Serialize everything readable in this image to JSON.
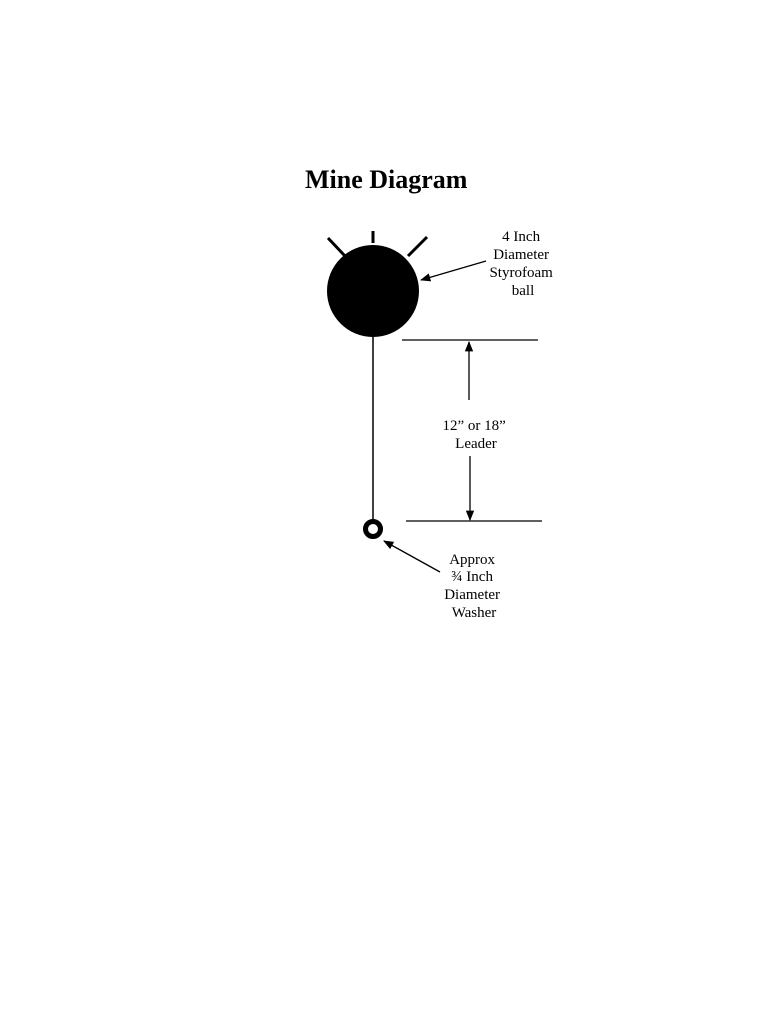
{
  "title": "Mine Diagram",
  "labels": {
    "ball": [
      "4 Inch",
      "Diameter",
      "Styrofoam",
      "ball"
    ],
    "leader": [
      "12” or 18”",
      "Leader"
    ],
    "washer": [
      "Approx",
      "¾ Inch",
      "Diameter",
      "Washer"
    ]
  },
  "colors": {
    "ink": "#000000",
    "background": "#ffffff"
  }
}
